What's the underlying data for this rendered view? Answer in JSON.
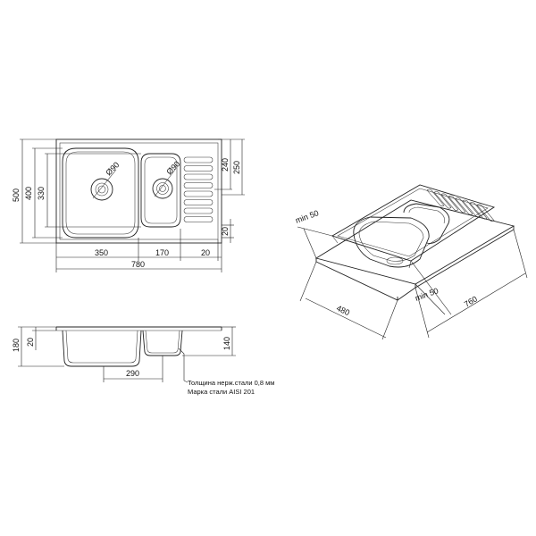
{
  "top_view": {
    "dim_width_total": "780",
    "dim_big_bowl": "350",
    "dim_small_bowl": "170",
    "dim_edge_right": "20",
    "dim_height_total": "500",
    "dim_bowl_outer": "400",
    "dim_bowl_inner": "330",
    "dim_right_240": "240",
    "dim_right_250": "250",
    "dim_right_20": "20",
    "drain_big": "Ø90",
    "drain_small": "Ø90"
  },
  "side_view": {
    "dim_180": "180",
    "dim_20": "20",
    "dim_140": "140",
    "dim_290": "290",
    "note_line1": "Толщина нерж.стали 0,8 мм",
    "note_line2": "Марка стали AISI 201"
  },
  "iso_view": {
    "dim_min50_top": "min 50",
    "dim_min50_bottom": "min 50",
    "dim_480": "480",
    "dim_760": "760"
  }
}
